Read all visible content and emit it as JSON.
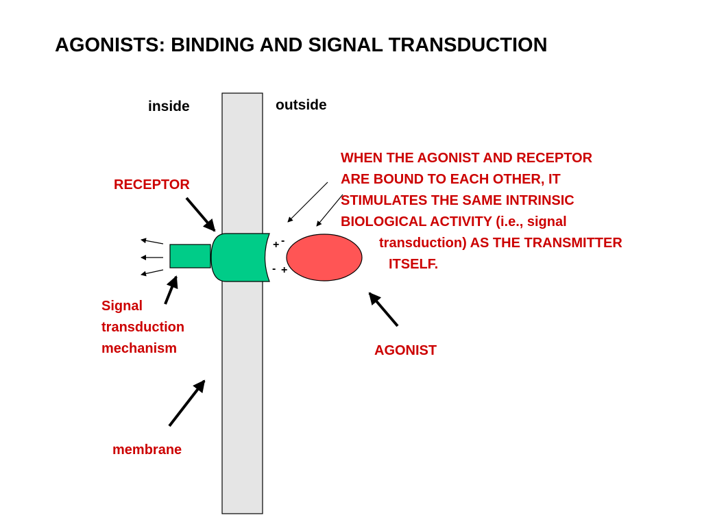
{
  "title": "AGONISTS: BINDING AND SIGNAL TRANSDUCTION",
  "labels": {
    "inside": "inside",
    "outside": "outside",
    "receptor": "RECEPTOR",
    "agonist": "AGONIST",
    "membrane": "membrane",
    "signal_transduction": [
      "Signal",
      "transduction",
      "mechanism"
    ]
  },
  "description": [
    "WHEN THE AGONIST AND RECEPTOR",
    "ARE BOUND TO EACH OTHER, IT",
    "STIMULATES THE SAME INTRINSIC",
    "BIOLOGICAL ACTIVITY (i.e., signal",
    "transduction) AS THE TRANSMITTER",
    "ITSELF."
  ],
  "charges": {
    "upper_plus": "+",
    "upper_minus": "-",
    "lower_minus": "-",
    "lower_plus": "+"
  },
  "colors": {
    "receptor": "#00cc88",
    "agonist": "#ff5555",
    "membrane": "#e5e5e5",
    "text_red": "#cc0000"
  }
}
